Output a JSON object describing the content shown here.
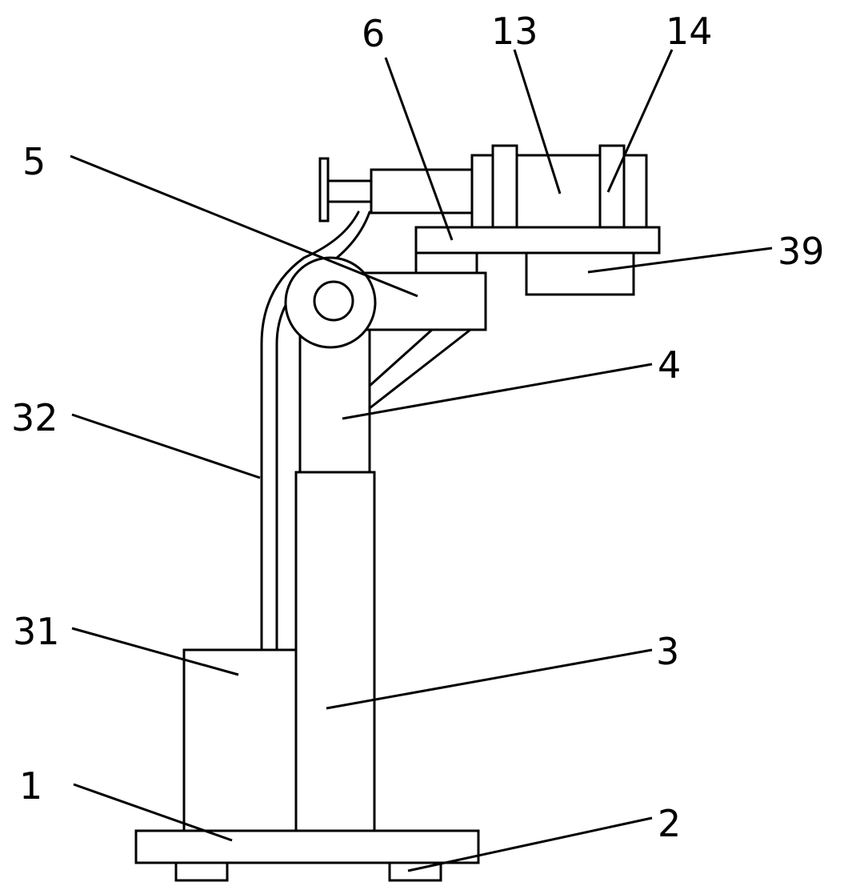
{
  "callouts": [
    {
      "id": "1",
      "text": "1"
    },
    {
      "id": "2",
      "text": "2"
    },
    {
      "id": "3",
      "text": "3"
    },
    {
      "id": "4",
      "text": "4"
    },
    {
      "id": "5",
      "text": "5"
    },
    {
      "id": "6",
      "text": "6"
    },
    {
      "id": "13",
      "text": "13"
    },
    {
      "id": "14",
      "text": "14"
    },
    {
      "id": "31",
      "text": "31"
    },
    {
      "id": "32",
      "text": "32"
    },
    {
      "id": "39",
      "text": "39"
    }
  ],
  "colors": {
    "stroke": "#000000",
    "background": "#ffffff"
  }
}
